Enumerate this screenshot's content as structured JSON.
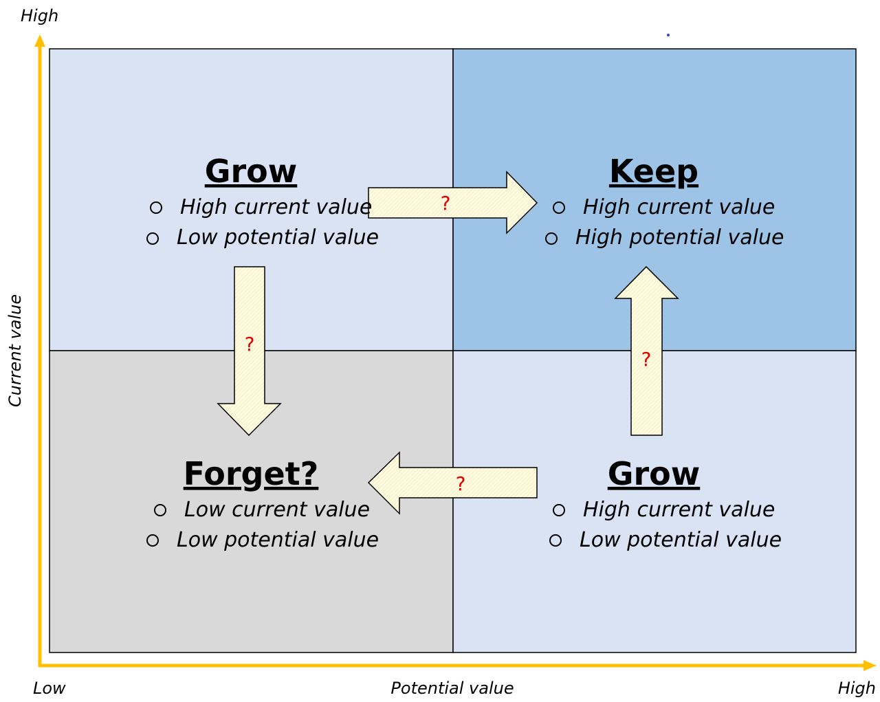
{
  "axes": {
    "y_label": "Current value",
    "y_high": "High",
    "x_label": "Potential value",
    "x_low": "Low",
    "x_high": "High"
  },
  "quadrants": {
    "top_left": {
      "title": "Grow",
      "bullets": [
        "High current value",
        "Low potential value"
      ],
      "color": "#dae3f3"
    },
    "top_right": {
      "title": "Keep",
      "bullets": [
        "High current value",
        "High potential value"
      ],
      "color": "#9dc3e6"
    },
    "bottom_left": {
      "title": "Forget?",
      "bullets": [
        "Low current value",
        "Low potential value"
      ],
      "color": "#d9d9d9"
    },
    "bottom_right": {
      "title": "Grow",
      "bullets": [
        "High current value",
        "Low potential value"
      ],
      "color": "#dae3f3"
    }
  },
  "arrows": {
    "top_right_arrow": "?",
    "down_arrow": "?",
    "up_arrow": "?",
    "left_arrow": "?"
  },
  "colors": {
    "axis": "#ffc000",
    "arrow_fill": "#fffbdc",
    "question_mark": "#e00000"
  }
}
